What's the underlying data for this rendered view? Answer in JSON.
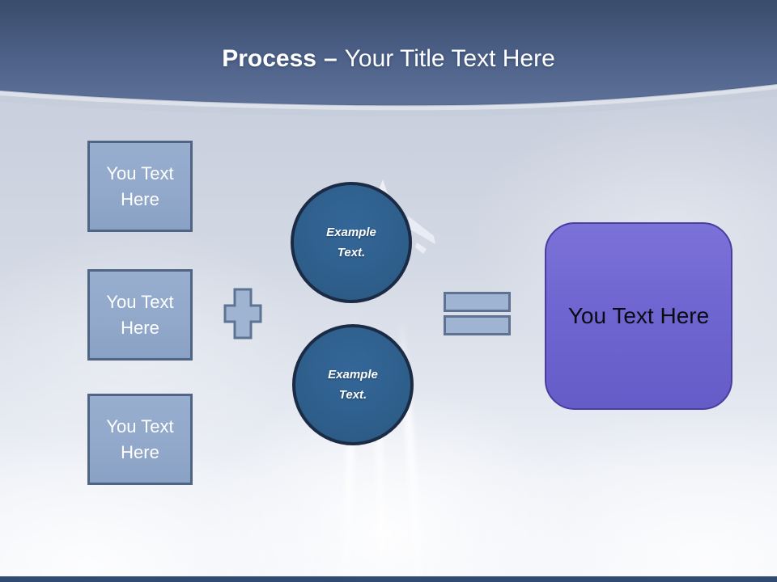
{
  "title": {
    "bold": "Process",
    "dash": "–",
    "regular": "Your Title Text Here"
  },
  "input_boxes": [
    {
      "label": "You Text Here"
    },
    {
      "label": "You Text Here"
    },
    {
      "label": "You Text Here"
    }
  ],
  "circles": [
    {
      "label": "Example Text."
    },
    {
      "label": "Example Text."
    }
  ],
  "result_box": {
    "label": "You Text Here"
  },
  "icons": {
    "plus": "plus-icon",
    "equals": "equals-icon"
  },
  "colors": {
    "header_top": "#3a4c6b",
    "header_bottom": "#5d7199",
    "box_fill": "#91a8ca",
    "box_border": "#506584",
    "operator_fill": "#9fb4d2",
    "operator_border": "#5e7392",
    "circle_fill": "#2e5f8b",
    "circle_border": "#1b2b45",
    "result_fill": "#6f66d1",
    "result_border": "#4a3ca0",
    "footer_bar": "#2f4a73"
  }
}
